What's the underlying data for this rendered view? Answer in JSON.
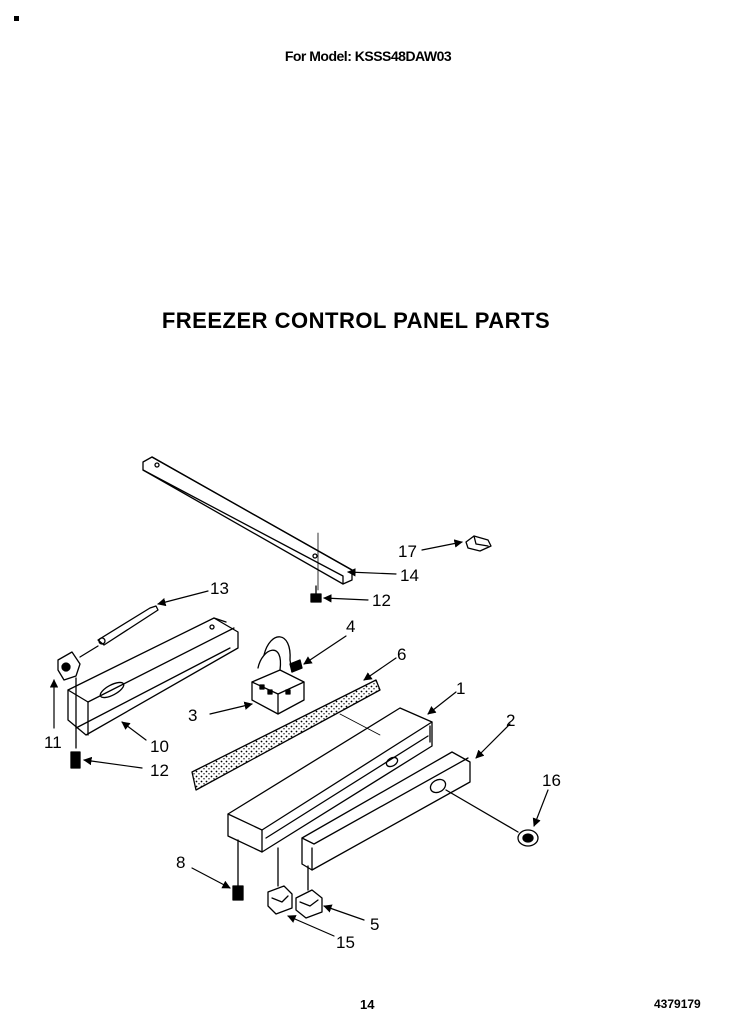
{
  "header": {
    "model_line": "For Model: KSSS48DAW03"
  },
  "diagram": {
    "title": "FREEZER CONTROL PANEL PARTS",
    "callouts": [
      {
        "id": "c1",
        "label": "1"
      },
      {
        "id": "c2",
        "label": "2"
      },
      {
        "id": "c3",
        "label": "3"
      },
      {
        "id": "c4",
        "label": "4"
      },
      {
        "id": "c5",
        "label": "5"
      },
      {
        "id": "c6",
        "label": "6"
      },
      {
        "id": "c8",
        "label": "8"
      },
      {
        "id": "c10",
        "label": "10"
      },
      {
        "id": "c11",
        "label": "11"
      },
      {
        "id": "c12a",
        "label": "12"
      },
      {
        "id": "c12b",
        "label": "12"
      },
      {
        "id": "c13",
        "label": "13"
      },
      {
        "id": "c14",
        "label": "14"
      },
      {
        "id": "c15",
        "label": "15"
      },
      {
        "id": "c16",
        "label": "16"
      },
      {
        "id": "c17",
        "label": "17"
      }
    ]
  },
  "footer": {
    "page_number": "14",
    "part_number": "4379179"
  }
}
